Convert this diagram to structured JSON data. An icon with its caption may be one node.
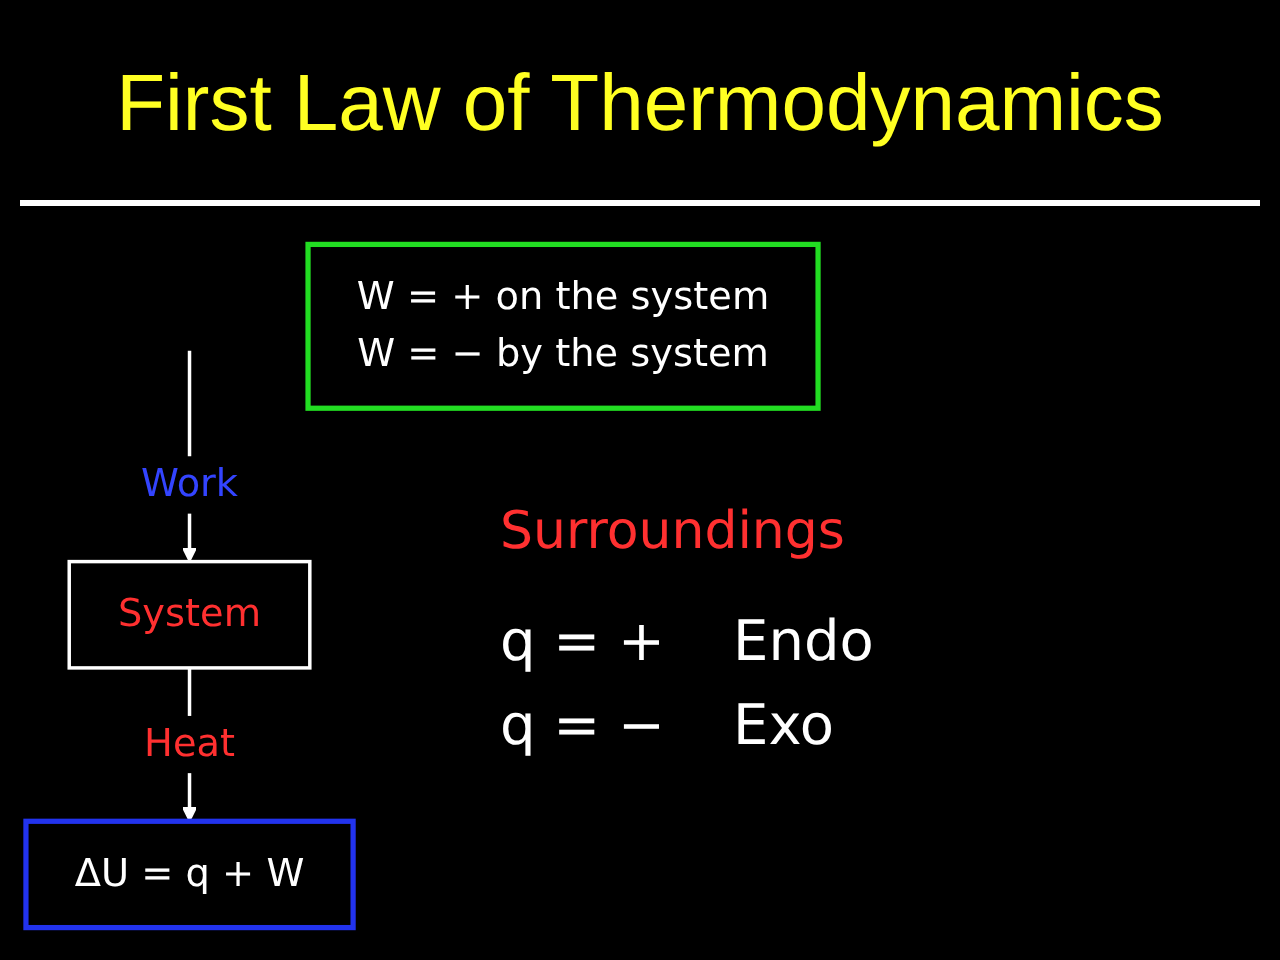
{
  "diagram": {
    "title": "First Law of Thermodynamics",
    "nodes": [
      {
        "text": [
          "System"
        ]
      },
      {
        "text": [
          "ΔU = q + W"
        ]
      },
      {
        "text": [
          "W = + on the system",
          "W = − by the system"
        ]
      }
    ],
    "edges": [
      {
        "from": null,
        "to": 0,
        "arrow": "to",
        "label": "Work"
      },
      {
        "from": 0,
        "to": 1,
        "arrow": "to",
        "label": "Heat"
      }
    ],
    "labels": [
      "Surroundings",
      "q = +",
      "Endo",
      "q = −",
      "Exo"
    ]
  }
}
